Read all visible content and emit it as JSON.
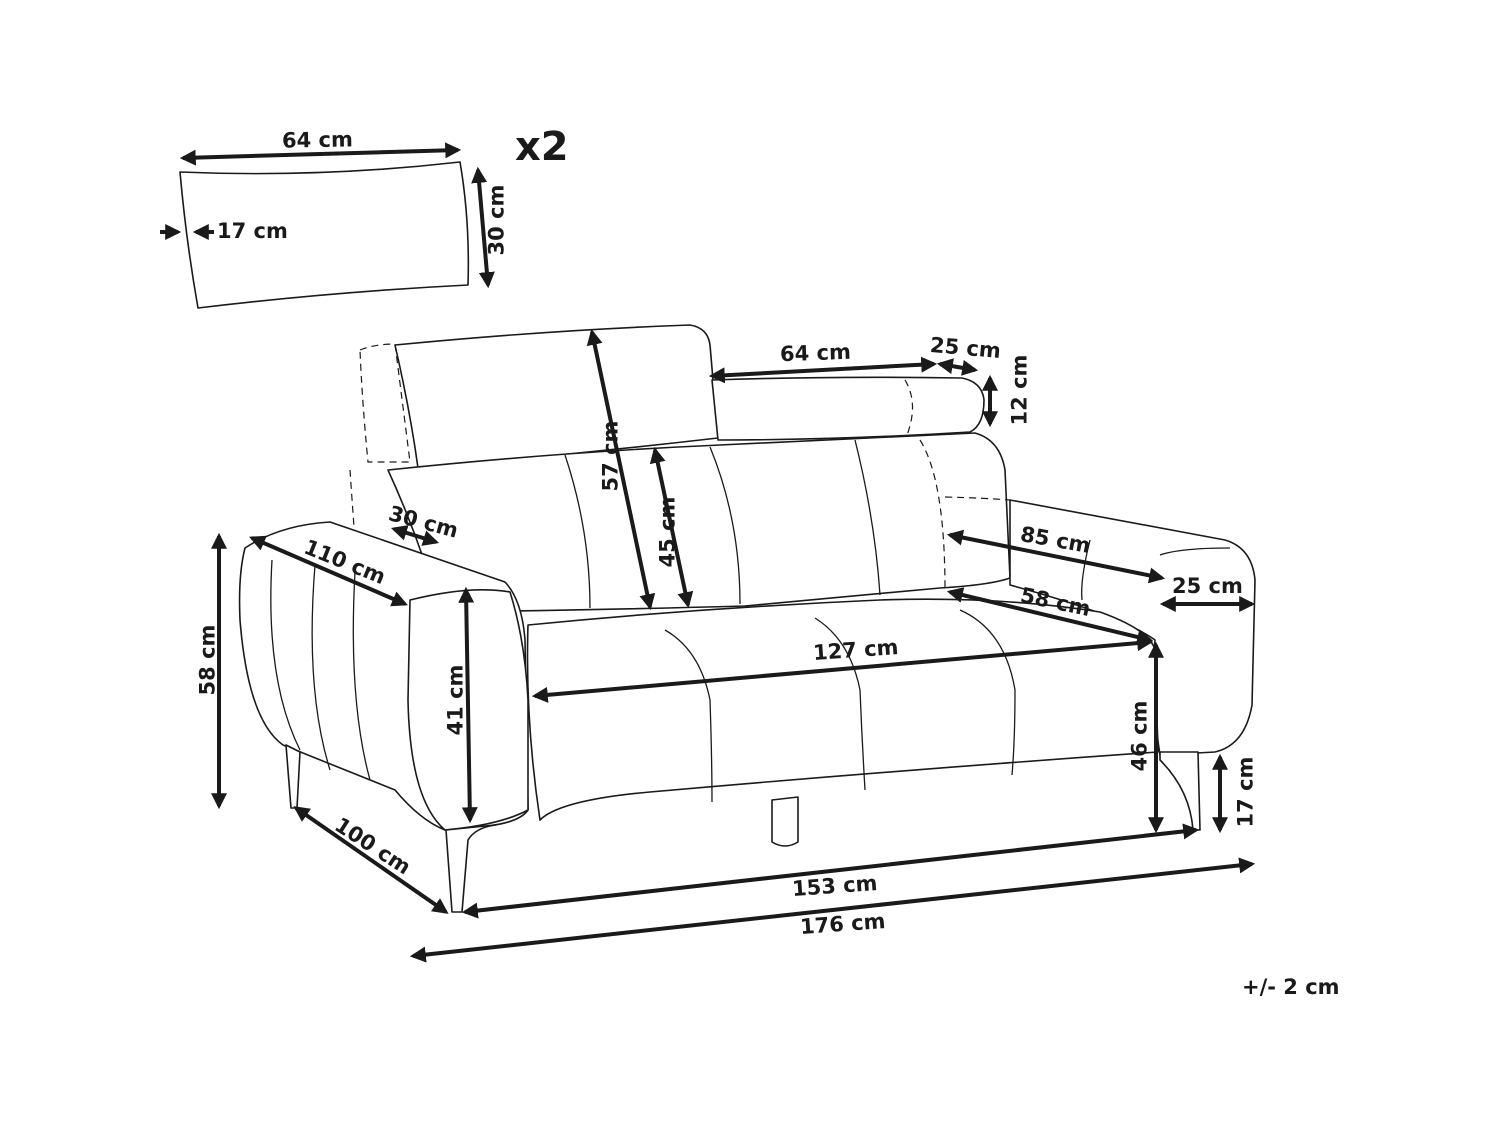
{
  "diagram": {
    "subject": "2-seater sofa dimension drawing",
    "line_color": "#1a1a1a",
    "background": "#ffffff",
    "cushion": {
      "quantity_label": "x2",
      "width": "64 cm",
      "height": "30 cm",
      "depth": "17 cm"
    },
    "headrest": {
      "height_total": "57 cm",
      "width": "64 cm",
      "depth": "25 cm",
      "thickness": "12 cm"
    },
    "backrest": {
      "height": "45 cm",
      "armrest_inner_offset": "30 cm"
    },
    "seat": {
      "width": "127 cm",
      "depth_with_back": "85 cm",
      "depth": "58 cm",
      "height": "46 cm"
    },
    "armrest": {
      "width": "25 cm",
      "height": "41 cm",
      "length": "110 cm"
    },
    "overall": {
      "height": "58 cm",
      "depth": "100 cm",
      "width_legs": "153 cm",
      "width_total": "176 cm",
      "leg_height": "17 cm"
    },
    "tolerance": "+/- 2 cm"
  }
}
